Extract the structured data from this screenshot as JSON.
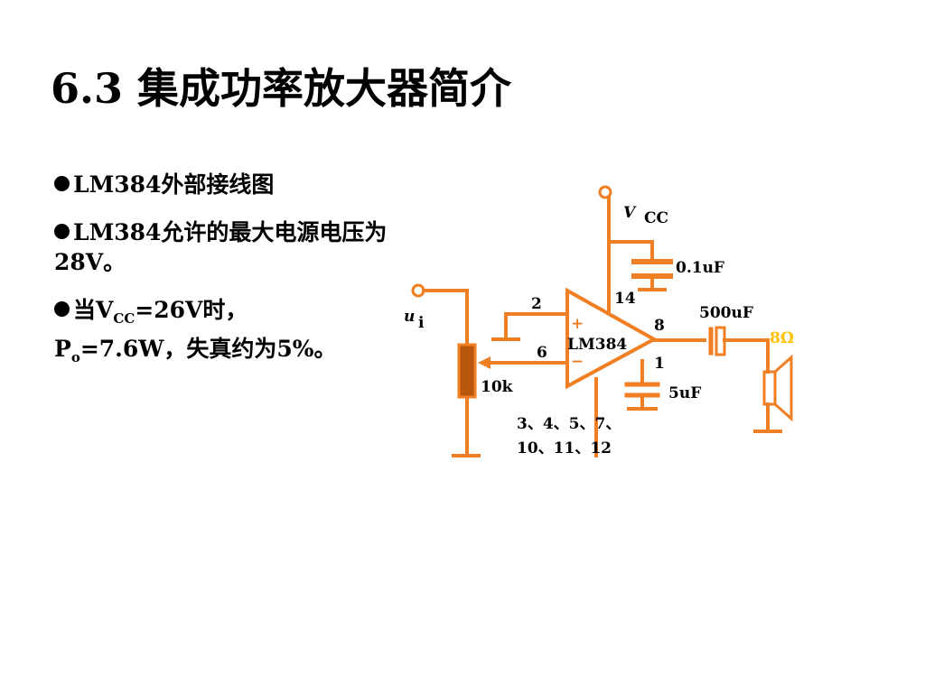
{
  "slide": {
    "title": "6.3 集成功率放大器简介"
  },
  "bullets": {
    "b1": "LM384外部接线图",
    "b2": "LM384允许的最大电源电压为28V。",
    "b3_pre": "当V",
    "b3_sub": "CC",
    "b3_post": "=26V时，",
    "b3_line2_pre": "P",
    "b3_line2_sub": "o",
    "b3_line2_post": "=7.6W，失真约为5%。"
  },
  "circuit": {
    "vcc_main": "V",
    "vcc_sub": "CC",
    "cap_bypass": "0.1uF",
    "pin_14": "14",
    "pin_2": "2",
    "pin_6": "6",
    "pin_8": "8",
    "pin_1": "1",
    "cap_output": "500uF",
    "speaker_ohms": "8Ω",
    "input_main": "u",
    "input_sub": "i",
    "pot_value": "10k",
    "cap_pin1": "5uF",
    "chip_name": "LM384",
    "plus_sign": "+",
    "minus_sign": "−",
    "ground_pins_line1": "3、4、5、7、",
    "ground_pins_line2": "10、11、12"
  },
  "colors": {
    "wire": "#F07E22",
    "resistor_fill": "#B8560B",
    "speaker_label": "#FFC000",
    "text": "#000000"
  }
}
